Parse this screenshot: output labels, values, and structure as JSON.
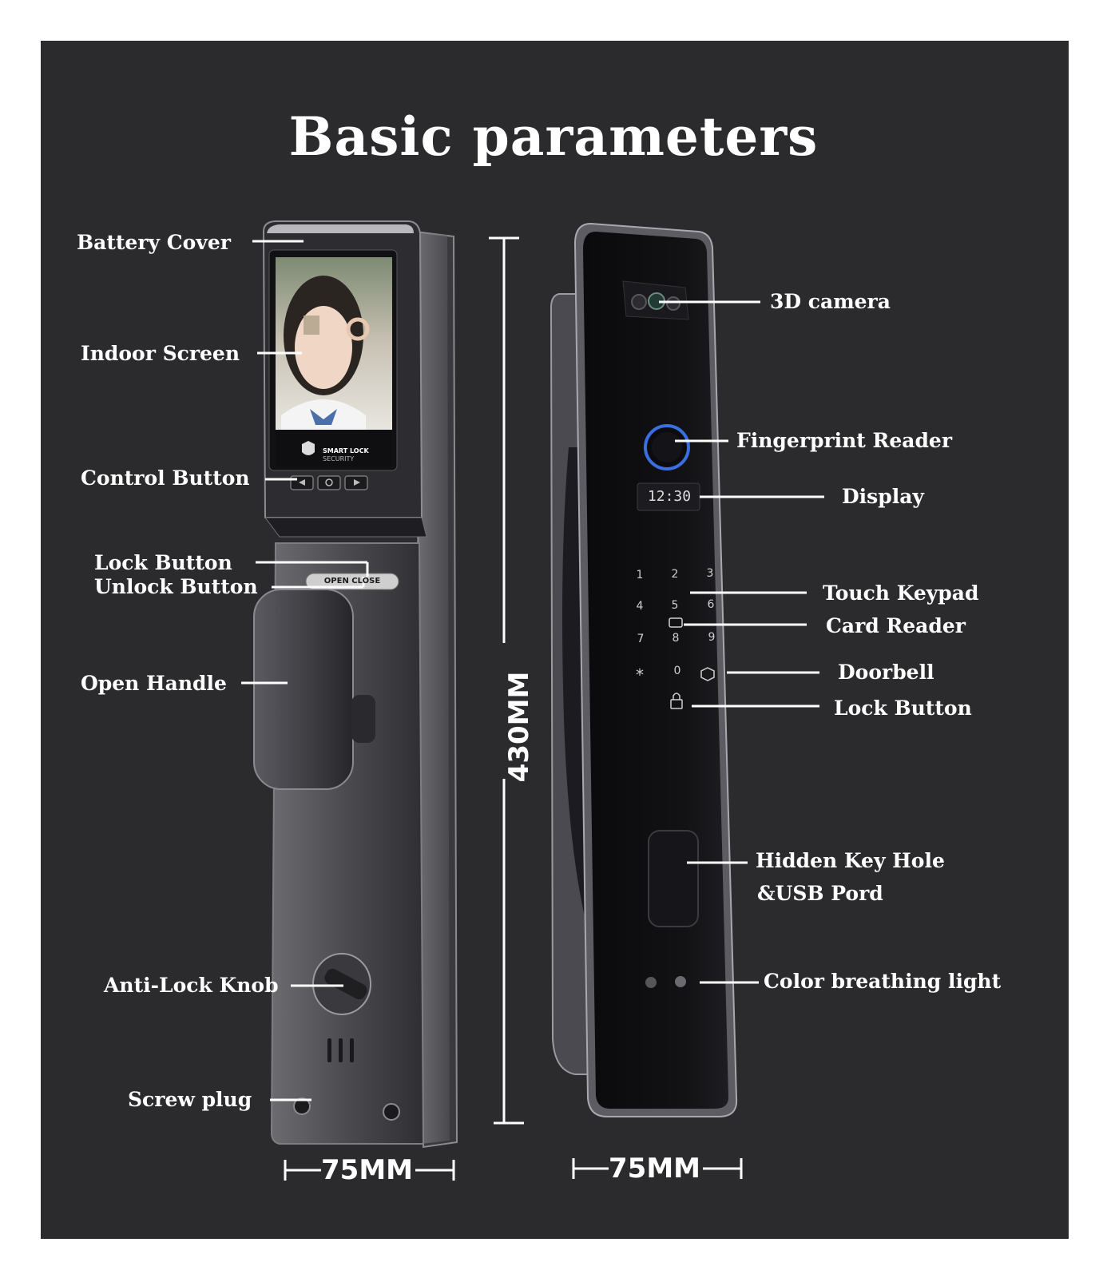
{
  "title": "Basic parameters",
  "left_labels": {
    "battery_cover": "Battery Cover",
    "indoor_screen": "Indoor Screen",
    "control_button": "Control Button",
    "lock_button": "Lock Button",
    "unlock_button": "Unlock Button",
    "open_handle": "Open Handle",
    "anti_lock_knob": "Anti-Lock Knob",
    "screw_plug": "Screw plug"
  },
  "right_labels": {
    "camera_3d": "3D camera",
    "fingerprint_reader": "Fingerprint Reader",
    "display": "Display",
    "touch_keypad": "Touch Keypad",
    "card_reader": "Card Reader",
    "doorbell": "Doorbell",
    "lock_button": "Lock Button",
    "hidden_key_hole": "Hidden Key Hole",
    "usb_port": "&USB Pord",
    "breathing_light": "Color breathing light"
  },
  "dimensions": {
    "height": "430MM",
    "width_left": "75MM",
    "width_right": "75MM"
  },
  "display_time": "12:30",
  "keypad": [
    "1",
    "2",
    "3",
    "4",
    "5",
    "6",
    "7",
    "8",
    "9",
    "*",
    "0"
  ],
  "screen_brand": {
    "line1": "SMART LOCK",
    "line2": "SECURITY"
  },
  "open_close_label": "OPEN CLOSE",
  "colors": {
    "background": "#2b2b2d",
    "text": "#ffffff",
    "fingerprint_ring": "#3a6fe0"
  }
}
